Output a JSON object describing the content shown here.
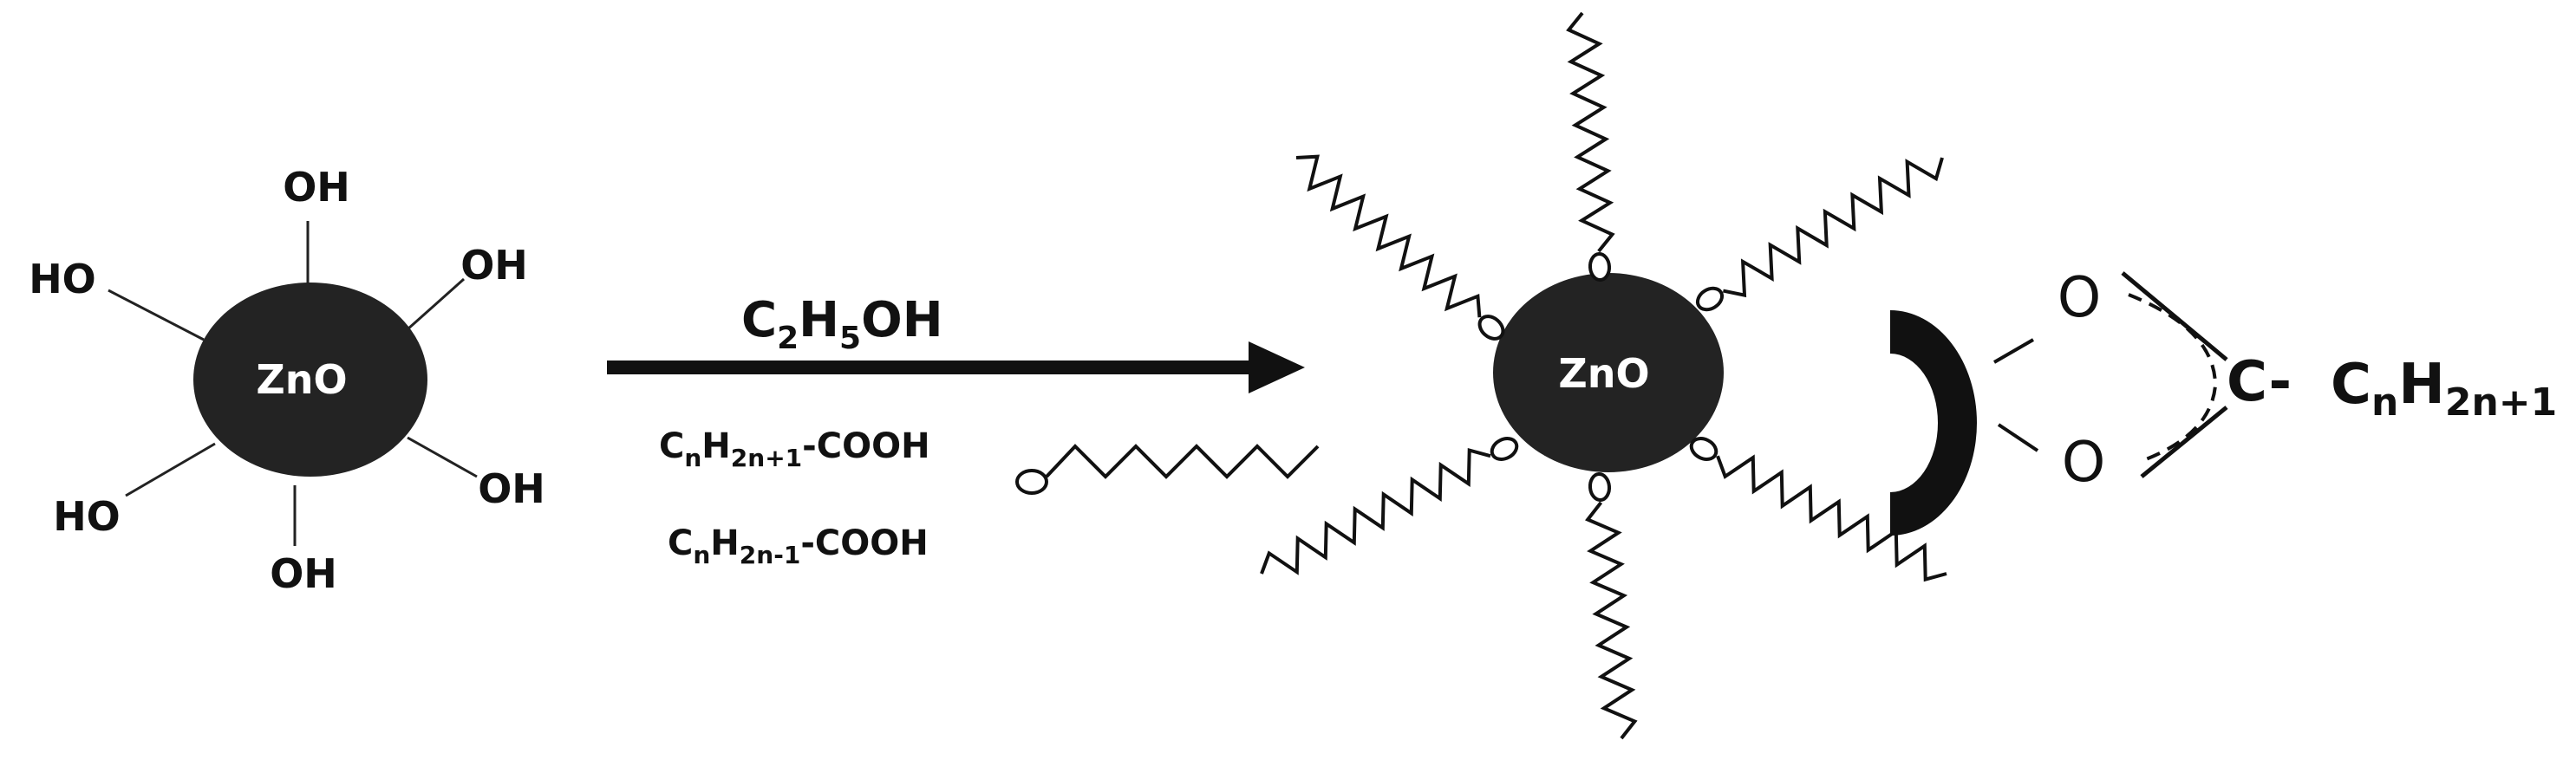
{
  "colors": {
    "core_fill": "#232323",
    "ink": "#111111",
    "label_on_core": "#ffffff"
  },
  "left_particle": {
    "core_label": "ZnO",
    "hydroxyl_labels": [
      "OH",
      "OH",
      "OH",
      "HO",
      "HO",
      "OH"
    ]
  },
  "reaction": {
    "solvent": {
      "c": "C",
      "c_sub": "2",
      "h": "H",
      "h_sub": "5",
      "tail": "OH"
    },
    "reagents": [
      {
        "c": "C",
        "c_sub": "n",
        "h": "H",
        "h_sub": "2n+1",
        "tail": "-COOH"
      },
      {
        "c": "C",
        "c_sub": "n",
        "h": "H",
        "h_sub": "2n-1",
        "tail": "-COOH"
      }
    ]
  },
  "right_particle": {
    "core_label": "ZnO"
  },
  "binding_detail": {
    "oxygen_top": "O",
    "oxygen_bottom": "O",
    "carbon_label": "C-",
    "chain": {
      "c": "C",
      "c_sub": "n",
      "h": "H",
      "h_sub": "2n+1"
    }
  }
}
